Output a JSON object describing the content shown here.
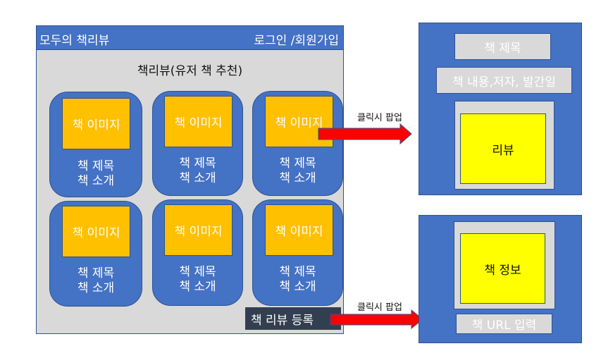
{
  "main_window": {
    "app_title": "모두의 책리뷰",
    "login_link": "로그인 /회원가입",
    "section_title": "책리뷰(유저 책 추천)",
    "cards": [
      {
        "image_label": "책 이미지",
        "title": "책 제목",
        "intro": "책 소개"
      },
      {
        "image_label": "책 이미지",
        "title": "책 제목",
        "intro": "책 소개"
      },
      {
        "image_label": "책 이미지",
        "title": "책 제목",
        "intro": "책 소개"
      },
      {
        "image_label": "책 이미지",
        "title": "책 제목",
        "intro": "책 소개"
      },
      {
        "image_label": "책 이미지",
        "title": "책 제목",
        "intro": "책 소개"
      },
      {
        "image_label": "책 이미지",
        "title": "책 제목",
        "intro": "책 소개"
      }
    ],
    "register_button": "책 리뷰 등록"
  },
  "arrows": [
    {
      "label": "클릭시 팝업"
    },
    {
      "label": "클릭시 팝업"
    }
  ],
  "popup_detail": {
    "title": "책 제목",
    "info": "책 내용,저자, 발간일",
    "review": "리뷰"
  },
  "popup_register": {
    "book_info": "책 정보",
    "url_input": "책 URL 입력"
  },
  "colors": {
    "header_blue": "#4472c4",
    "panel_gray": "#d9d9d9",
    "image_orange": "#ffc000",
    "highlight_yellow": "#ffff00",
    "arrow_red": "#ff0000",
    "button_dark": "#333f50"
  }
}
